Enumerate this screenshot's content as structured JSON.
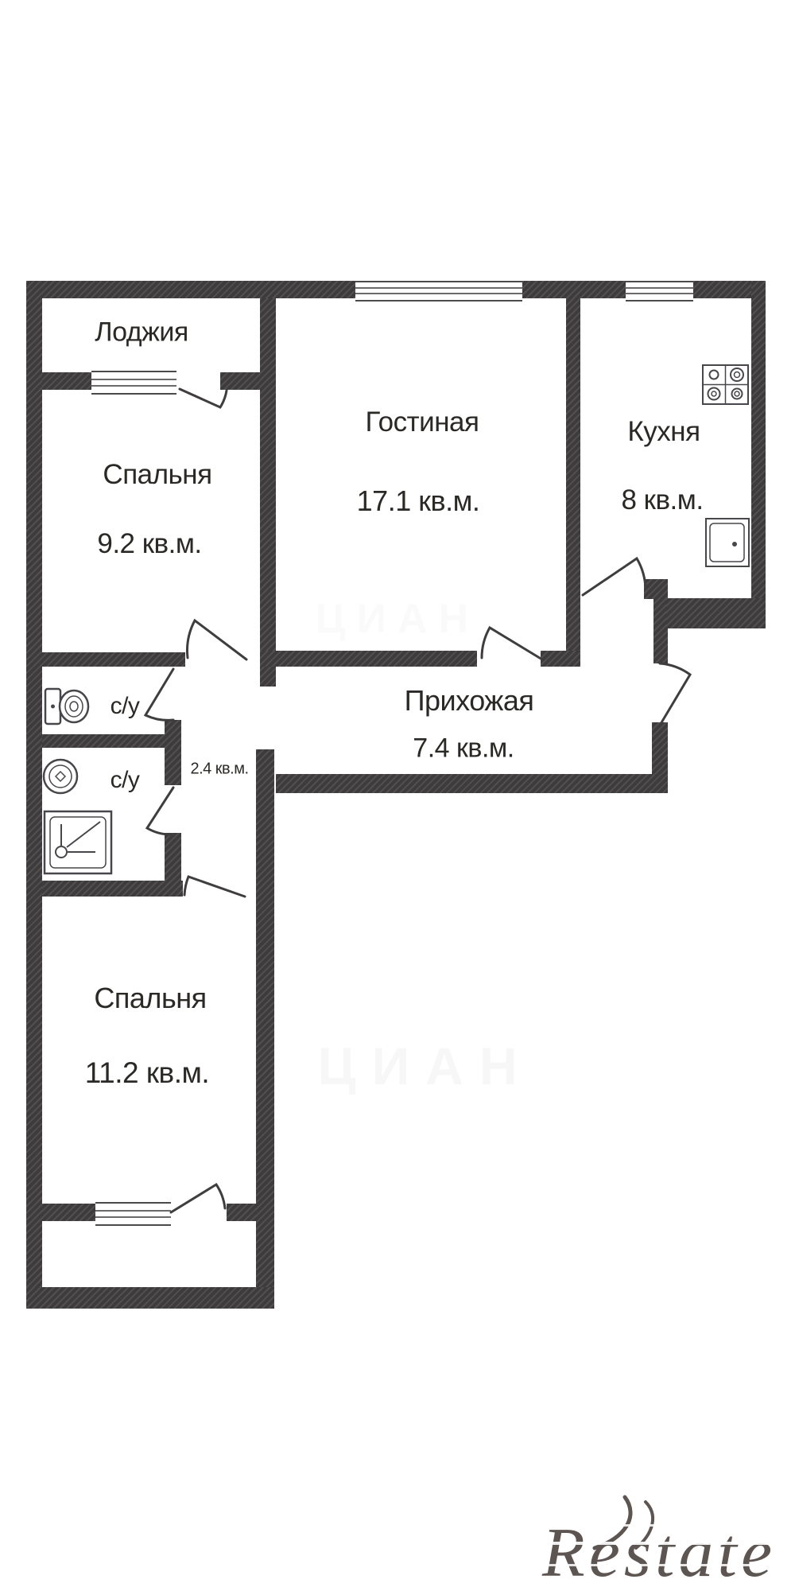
{
  "plan": {
    "rooms": {
      "loggia": {
        "name": "Лоджия",
        "area": ""
      },
      "bedroom_top": {
        "name": "Спальня",
        "area": "9.2 кв.м."
      },
      "living": {
        "name": "Гостиная",
        "area": "17.1 кв.м."
      },
      "kitchen": {
        "name": "Кухня",
        "area": "8 кв.м."
      },
      "hall": {
        "name": "Прихожая",
        "area": "7.4 кв.м."
      },
      "wc_top": {
        "name": "с/у",
        "area": ""
      },
      "wc_bottom": {
        "name": "с/у",
        "area": ""
      },
      "corridor": {
        "name": "",
        "area": "2.4 кв.м."
      },
      "bedroom_bottom": {
        "name": "Спальня",
        "area": "11.2 кв.м."
      }
    },
    "fixtures": [
      "toilet",
      "washbasin",
      "shower-tray",
      "stove-4-burner",
      "kitchen-sink"
    ]
  },
  "watermarks": {
    "brand": "Restate",
    "portal": "ЦИАН"
  },
  "colors": {
    "wall": "#3d3b3c",
    "label": "#2b2926",
    "brand": "#5c5552",
    "watermark": "#c9c9d2",
    "background": "#ffffff"
  }
}
